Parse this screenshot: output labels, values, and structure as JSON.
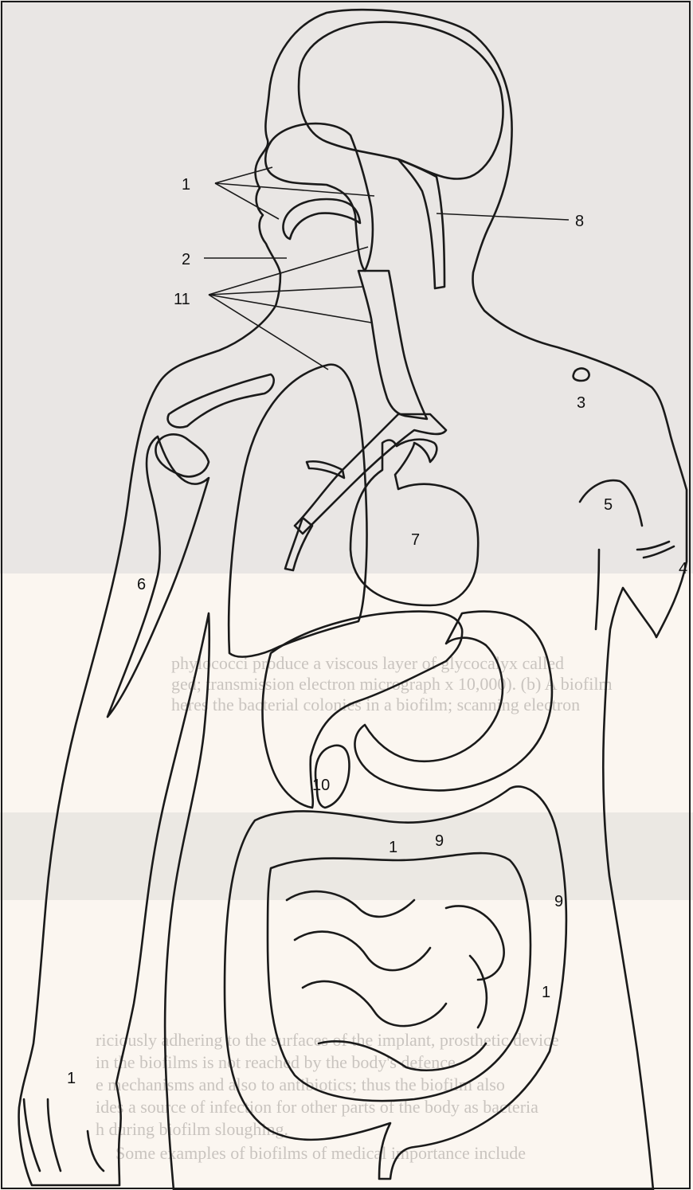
{
  "figure": {
    "labels": [
      {
        "id": "label-1-head",
        "text": "1"
      },
      {
        "id": "label-8",
        "text": "8"
      },
      {
        "id": "label-2",
        "text": "2"
      },
      {
        "id": "label-11",
        "text": "11"
      },
      {
        "id": "label-3",
        "text": "3"
      },
      {
        "id": "label-5",
        "text": "5"
      },
      {
        "id": "label-4",
        "text": "4"
      },
      {
        "id": "label-7",
        "text": "7"
      },
      {
        "id": "label-6",
        "text": "6"
      },
      {
        "id": "label-10",
        "text": "10"
      },
      {
        "id": "label-1-colon",
        "text": "1"
      },
      {
        "id": "label-9-colon",
        "text": "9"
      },
      {
        "id": "label-9-right",
        "text": "9"
      },
      {
        "id": "label-1-right",
        "text": "1"
      },
      {
        "id": "label-1-hand",
        "text": "1"
      }
    ],
    "colors": {
      "skin": "#f7d9bd",
      "brain": "#f0b272",
      "pink_organ": "#d77aa4",
      "lung": "#b896b8",
      "heart": "#c4436f",
      "liver": "#8b4a6e",
      "stomach": "#fbefd9",
      "outline": "#1a1a1a"
    }
  },
  "show_through": {
    "lines": [
      "phylococci produce a viscous layer of glycocalyx called",
      "ged; transmission electron micrograph x 10,000). (b) A biofilm",
      "heres the bacterial colonies in a biofilm; scanning electron",
      "riciously adhering to the surfaces of the implant, prosthetic device",
      "in the biofilms is not reached by the body's defence",
      "e mechanisms and also to antibiotics; thus the biofilm also",
      "ides a source of infection for other parts of the body as bacteria",
      "h during biofilm sloughing.",
      "Some examples of biofilms of medical importance include"
    ]
  }
}
